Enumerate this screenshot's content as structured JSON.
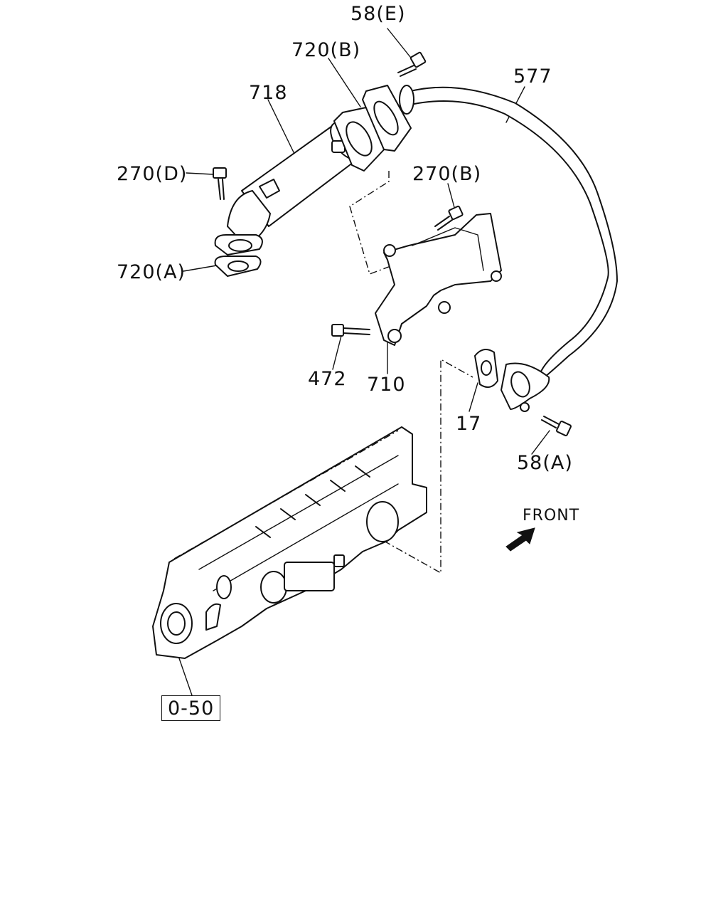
{
  "callouts": {
    "c58e": "58(E)",
    "c720b": "720(B)",
    "c577": "577",
    "c718": "718",
    "c270d": "270(D)",
    "c270b": "270(B)",
    "c720a": "720(A)",
    "c472": "472",
    "c710": "710",
    "c17": "17",
    "c58a": "58(A)",
    "c050": "0-50"
  },
  "direction_label": "FRONT",
  "icons": [
    "front-arrow-icon"
  ]
}
